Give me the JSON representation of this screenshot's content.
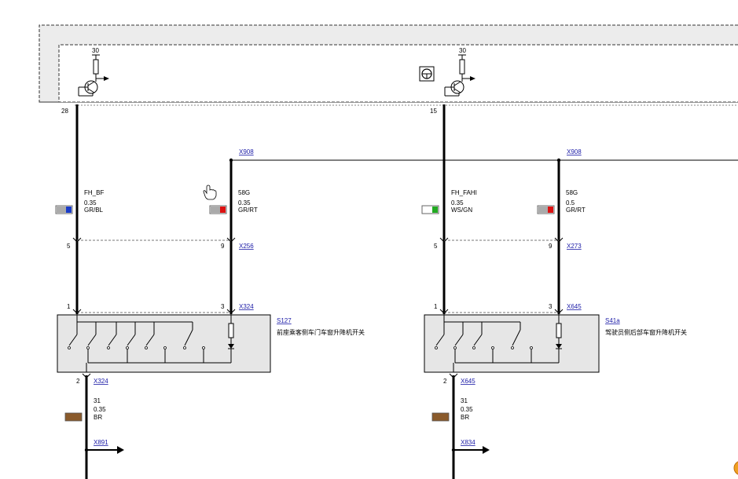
{
  "module": {
    "supply_left": "30",
    "supply_right": "30"
  },
  "left": {
    "pin_top": "28",
    "wire1": {
      "name": "FH_BF",
      "size": "0.35",
      "color": "GR/BL"
    },
    "wire1_swatch": [
      "#aaaaaa",
      "#1a3cc8"
    ],
    "x908": "X908",
    "wire2": {
      "name": "58G",
      "size": "0.35",
      "color": "GR/RT"
    },
    "wire2_swatch": [
      "#aaaaaa",
      "#dd1111"
    ],
    "pin_a5": "5",
    "pin_b9": "9",
    "x256": "X256",
    "pin_c1": "1",
    "pin_c3": "3",
    "x324_top": "X324",
    "switch_id": "S127",
    "switch_name": "前座乘客侧车门车窗升降机开关",
    "pin_d2": "2",
    "x324_bottom": "X324",
    "gnd": {
      "name": "31",
      "size": "0.35",
      "color": "BR"
    },
    "gnd_swatch": "#8a5a2b",
    "x891": "X891"
  },
  "right": {
    "pin_top": "15",
    "wire1": {
      "name": "FH_FAHI",
      "size": "0.35",
      "color": "WS/GN"
    },
    "wire1_swatch": [
      "#ffffff",
      "#22aa22"
    ],
    "x908": "X908",
    "wire2": {
      "name": "58G",
      "size": "0.5",
      "color": "GR/RT"
    },
    "wire2_swatch": [
      "#aaaaaa",
      "#dd1111"
    ],
    "pin_a5": "5",
    "pin_b9": "9",
    "x273": "X273",
    "pin_c1": "1",
    "pin_c3": "3",
    "x645_top": "X645",
    "switch_id": "S41a",
    "switch_name": "驾驶员侧后部车窗升降机开关",
    "pin_d2": "2",
    "x645_bottom": "X645",
    "gnd": {
      "name": "31",
      "size": "0.35",
      "color": "BR"
    },
    "gnd_swatch": "#8a5a2b",
    "x834": "X834"
  },
  "icons": [
    "steering-wheel-icon",
    "hand-cursor-icon",
    "transistor-icon",
    "arrow-right-icon"
  ]
}
